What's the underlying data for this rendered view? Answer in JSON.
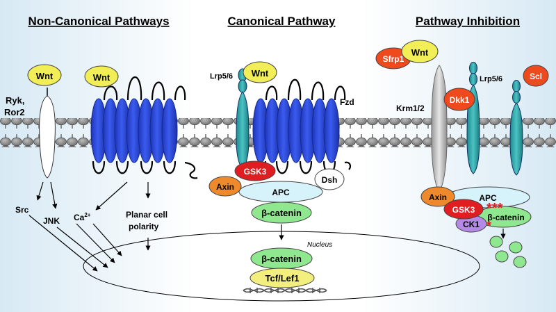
{
  "headers": {
    "noncanonical": "Non-Canonical Pathways",
    "canonical": "Canonical Pathway",
    "inhibition": "Pathway Inhibition"
  },
  "labels": {
    "wnt": "Wnt",
    "ryk_line1": "Ryk,",
    "ryk_line2": "Ror2",
    "src": "Src",
    "jnk": "JNK",
    "ca": "Ca",
    "ca_sup": "2+",
    "planar_line1": "Planar cell",
    "planar_line2": "polarity",
    "lrp56": "Lrp5/6",
    "fzd": "Fzd",
    "gsk3": "GSK3",
    "axin": "Axin",
    "dsh": "Dsh",
    "apc": "APC",
    "beta_catenin": "β-catenin",
    "nucleus": "Nucleus",
    "tcf_lef1": "Tcf/Lef1",
    "sfrp1": "Sfrp1",
    "krm12": "Krm1/2",
    "dkk1": "Dkk1",
    "scl": "Scl",
    "ck1": "CK1",
    "stars": "***"
  },
  "colors": {
    "wnt_yellow": "#f2ee58",
    "receptor_blue": "#2b49d6",
    "lrp_teal": "#2ea3a6",
    "gsk3_red": "#e01e22",
    "axin_orange": "#ee8a2c",
    "apc_cyan": "#d6f2fb",
    "catenin_green": "#8fe88f",
    "ck1_purple": "#b48ae6",
    "tcf_yellow": "#f3ef7e",
    "sfrp_red": "#ee4a1e"
  }
}
